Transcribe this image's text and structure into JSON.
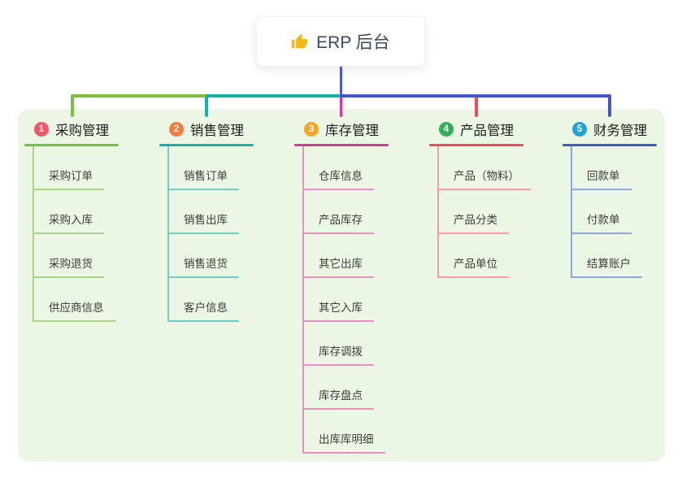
{
  "root": {
    "title": "ERP 后台",
    "icon": "thumbs-up",
    "line_color": "#4c5ac6"
  },
  "branches": [
    {
      "badge": "1",
      "title": "采购管理",
      "colors": {
        "badge": "#f2566b",
        "line": "#7cbf3f",
        "child_line": "#a9d584"
      },
      "children": [
        "采购订单",
        "采购入库",
        "采购退货",
        "供应商信息"
      ]
    },
    {
      "badge": "2",
      "title": "销售管理",
      "colors": {
        "badge": "#f97a3d",
        "line": "#10b5a8",
        "child_line": "#6fcfc6"
      },
      "children": [
        "销售订单",
        "销售出库",
        "销售退货",
        "客户信息"
      ]
    },
    {
      "badge": "3",
      "title": "库存管理",
      "colors": {
        "badge": "#f5a623",
        "line": "#d6389b",
        "child_line": "#ea8ec6"
      },
      "children": [
        "仓库信息",
        "产品库存",
        "其它出库",
        "其它入库",
        "库存调拨",
        "库存盘点",
        "出库库明细"
      ]
    },
    {
      "badge": "4",
      "title": "产品管理",
      "colors": {
        "badge": "#31b157",
        "line": "#f4485c",
        "child_line": "#f79aa2"
      },
      "children": [
        "产品（物料）",
        "产品分类",
        "产品单位"
      ]
    },
    {
      "badge": "5",
      "title": "财务管理",
      "colors": {
        "badge": "#21a3d3",
        "line": "#4457c6",
        "child_line": "#8ea5de"
      },
      "children": [
        "回款单",
        "付款单",
        "结算账户"
      ]
    }
  ]
}
